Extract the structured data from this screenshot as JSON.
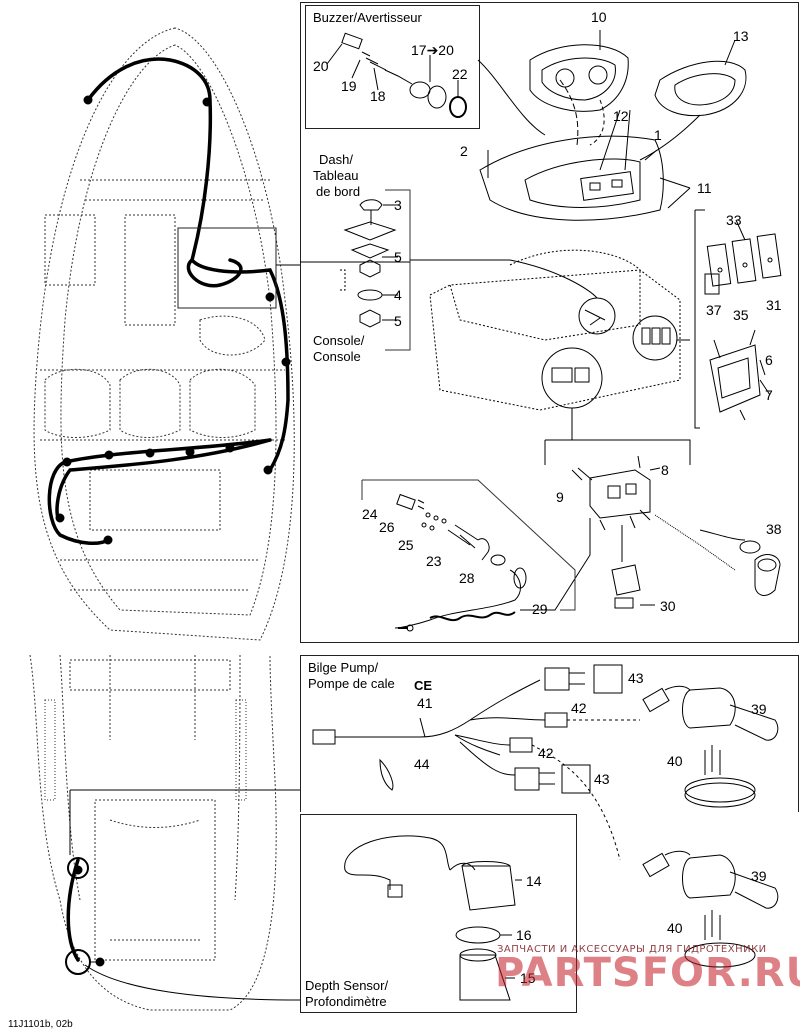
{
  "sections": {
    "buzzer": "Buzzer/Avertisseur",
    "dash_1": "Dash/",
    "dash_2": "Tableau",
    "dash_3": "de bord",
    "console_1": "Console/",
    "console_2": "Console",
    "bilge_1": "Bilge Pump/",
    "bilge_2": "Pompe de cale",
    "ce": "CE",
    "depth_1": "Depth Sensor/",
    "depth_2": "Profondimètre"
  },
  "callouts": {
    "c1": "1",
    "c2": "2",
    "c3": "3",
    "c4": "4",
    "c5a": "5",
    "c5b": "5",
    "c6": "6",
    "c7": "7",
    "c8": "8",
    "c9": "9",
    "c10": "10",
    "c11": "11",
    "c12": "12",
    "c13": "13",
    "c14": "14",
    "c15": "15",
    "c16": "16",
    "c17_20": "17➔20",
    "c18": "18",
    "c19": "19",
    "c20": "20",
    "c22": "22",
    "c23": "23",
    "c24": "24",
    "c25": "25",
    "c26": "26",
    "c28": "28",
    "c29": "29",
    "c30": "30",
    "c31": "31",
    "c33": "33",
    "c35": "35",
    "c37": "37",
    "c38": "38",
    "c39a": "39",
    "c39b": "39",
    "c40a": "40",
    "c40b": "40",
    "c41": "41",
    "c42a": "42",
    "c42b": "42",
    "c43a": "43",
    "c43b": "43",
    "c44": "44"
  },
  "reference": "11J1101b, 02b",
  "watermark": {
    "line1": "ЗАПЧАСТИ И АКСЕССУАРЫ ДЛЯ ГИДРОТЕХНИКИ",
    "line2": "PARTSFOR.RU"
  },
  "colors": {
    "line": "#000000",
    "watermark": "#c21b24"
  }
}
